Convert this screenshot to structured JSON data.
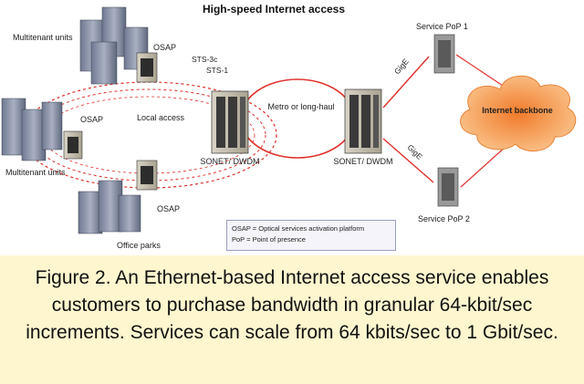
{
  "diagram": {
    "title": "High-speed Internet access",
    "labels": {
      "multitenant_top": "Multitenant units",
      "multitenant_bottom": "Multitenant units",
      "office_parks": "Office parks",
      "osap_top": "OSAP",
      "osap_mid": "OSAP",
      "osap_bottom": "OSAP",
      "sts3c": "STS-3c",
      "sts1": "STS-1",
      "local_access": "Local access",
      "metro": "Metro or long-haul",
      "sonet_left": "SONET/ DWDM",
      "sonet_right": "SONET/ DWDM",
      "service_pop1": "Service PoP 1",
      "service_pop2": "Service PoP 2",
      "gige_top": "GigE",
      "gige_bottom": "GigE",
      "internet": "Internet backbone"
    },
    "legend": {
      "line1": "OSAP = Optical services activation platform",
      "line2": "PoP = Point of presence"
    },
    "colors": {
      "ring": "#e0302a",
      "cloud": "#f7a35a",
      "building": "#8a93a8",
      "caption_bg": "#fdf6cf"
    }
  },
  "caption": "Figure 2. An Ethernet-based Internet access service enables customers to purchase bandwidth in granular 64-kbit/sec increments. Services can scale from 64 kbits/sec to 1 Gbit/sec."
}
